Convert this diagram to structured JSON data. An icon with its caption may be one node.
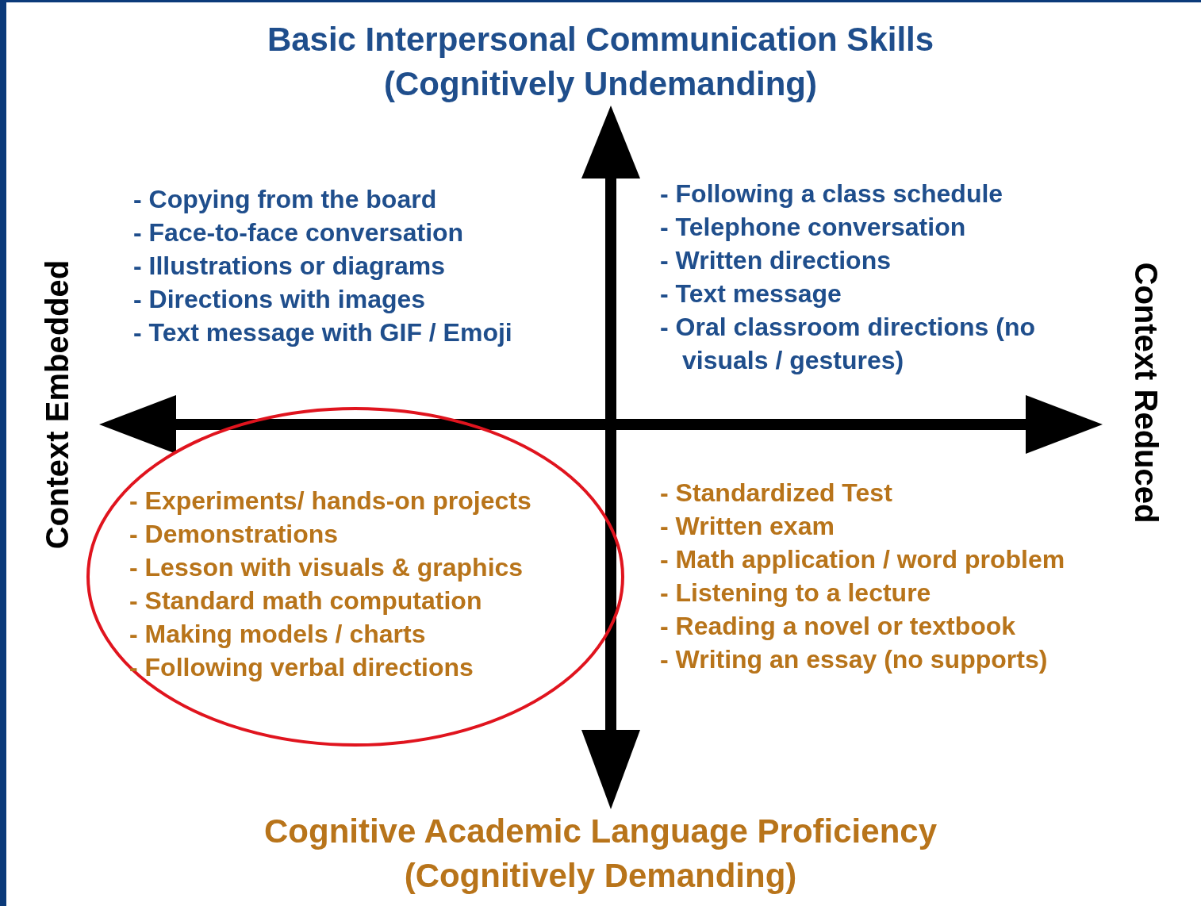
{
  "diagram": {
    "nodes": [
      {
        "text": [
          "- Experiments/ hands-on projects",
          "- Demonstrations",
          "- Lesson with visuals & graphics",
          "- Standard math computation",
          "- Making models / charts",
          "- Following verbal directions"
        ]
      }
    ],
    "labels": [
      "Basic Interpersonal Communication Skills (Cognitively Undemanding)",
      "- Copying from the board",
      "- Face-to-face conversation",
      "- Illustrations or diagrams",
      "- Directions with images",
      "- Text message with GIF / Emoji",
      "- Following a class schedule",
      "- Telephone conversation",
      "- Written directions",
      "- Text message",
      "- Oral classroom directions (no visuals / gestures)",
      "Context Embedded",
      "Context Reduced",
      "- Standardized Test",
      "- Written exam",
      "- Math application / word problem",
      "- Listening to a lecture",
      "- Reading a novel or textbook",
      "- Writing an essay (no supports)",
      "Cognitive Academic Language Proficiency (Cognitively Demanding)"
    ]
  }
}
